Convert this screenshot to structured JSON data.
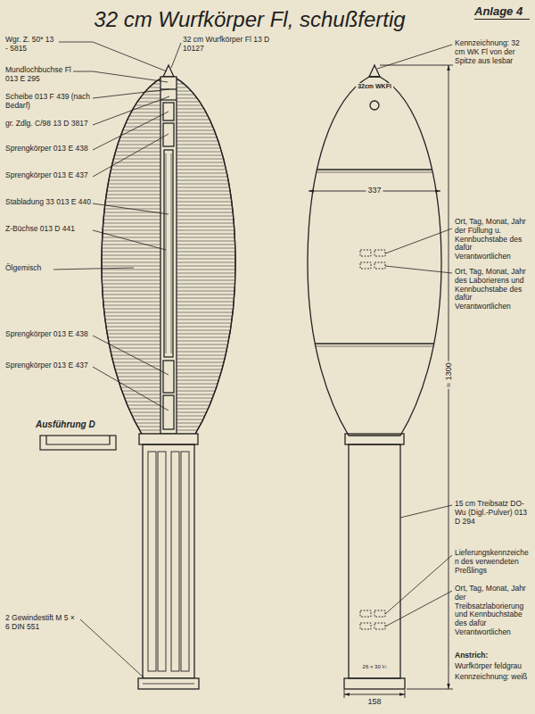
{
  "diagram": {
    "title": "32 cm Wurfkörper Fl, schußfertig",
    "labels": [
      "Anlage 4",
      "Wgr. Z. 50* 13 - 5815",
      "32 cm Wurfkörper Fl 13 D 10127",
      "Kennzeichnung: 32 cm WK Fl von der Spitze aus lesbar",
      "32cm WKFl",
      "Mundlochbuchse Fl 013 E 295",
      "Scheibe 013 F 439 (nach Bedarf)",
      "gr. Zdlg. C/98 13 D 3817",
      "Sprengkörper 013 E 438",
      "Sprengkörper 013 E 437",
      "337",
      "Stabladung 33 013 E 440",
      "Ort, Tag, Monat, Jahr der Füllung u. Kennbuchstabe des dafür Verantwortlichen",
      "Z-Büchse 013 D 441",
      "Ort, Tag, Monat, Jahr des Laborierens und Kennbuchstabe des dafür Verantwortlichen",
      "Ölgemisch",
      "Sprengkörper 013 E 438",
      "≈ 1300",
      "Sprengkörper 013 E 437",
      "Ausführung D",
      "15 cm Treibsatz DO-Wu (Digl.-Pulver) 013 D 294",
      "Lieferungskennzeichen des verwendeten Preßlings",
      "Ort, Tag, Monat, Jahr der Treibsatzlaborierung und Kennbuchstabe des dafür Verantwortlichen",
      "2 Gewindestift M 5 × 6 DIN 551",
      "26 × 30 ¼",
      "158",
      "Anstrich:",
      "Wurfkörper feldgrau",
      "Kennzeichnung: weiß"
    ]
  }
}
